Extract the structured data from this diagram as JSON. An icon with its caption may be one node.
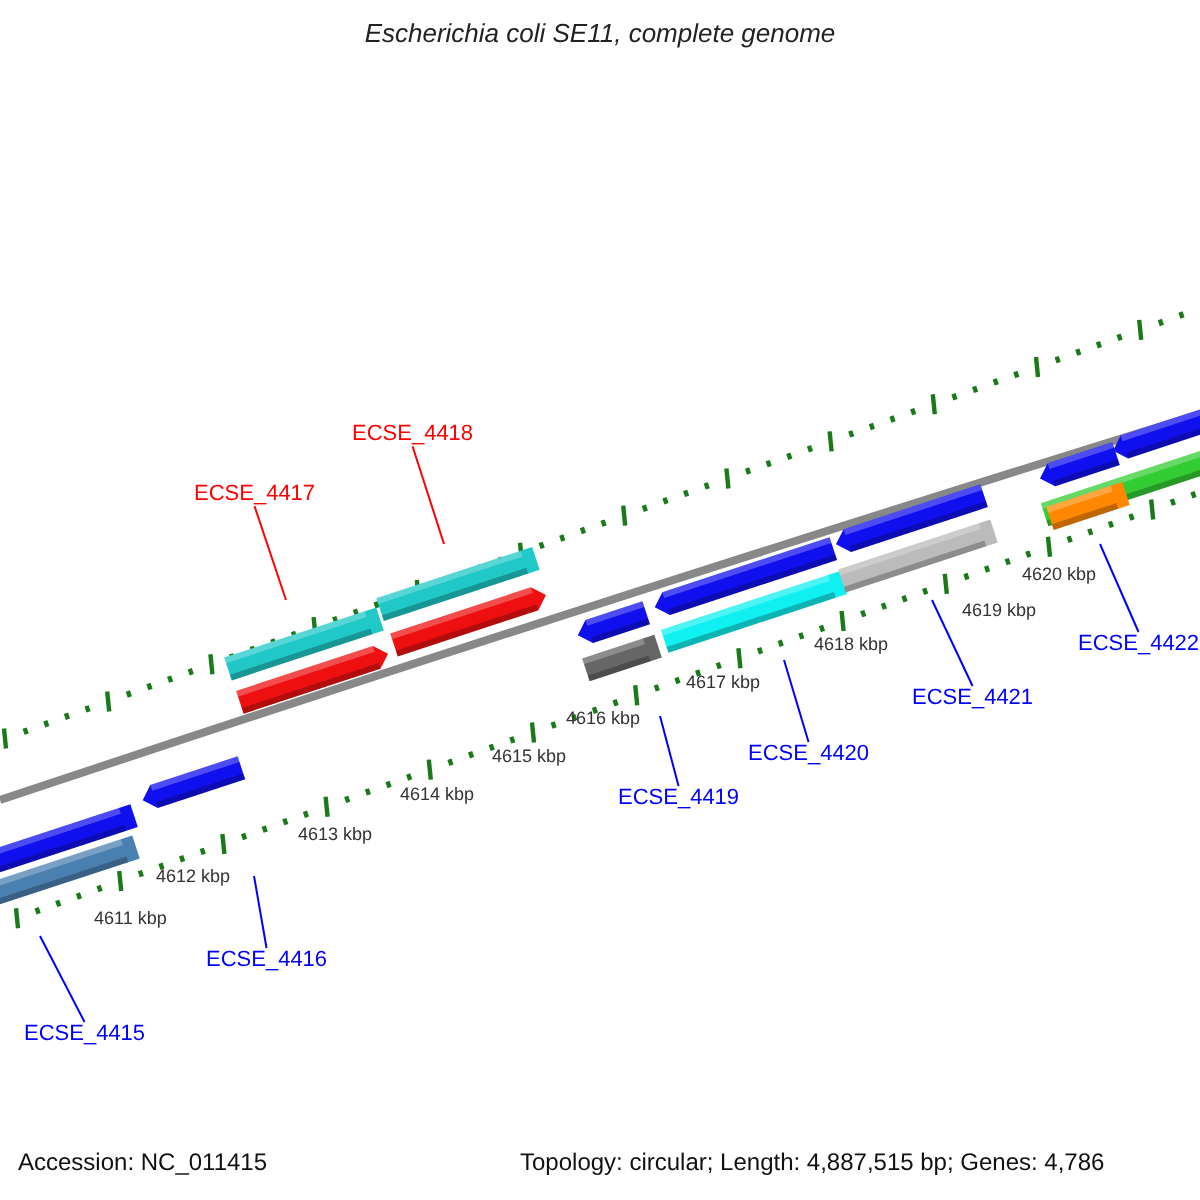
{
  "diagram": {
    "title": "Escherichia coli SE11, complete genome",
    "nodes": [
      {
        "text": [
          "ECSE_4418"
        ]
      },
      {
        "text": [
          "ECSE_4417"
        ]
      },
      {
        "text": [
          "ECSE_4422"
        ]
      },
      {
        "text": [
          "ECSE_4421"
        ]
      },
      {
        "text": [
          "ECSE_4420"
        ]
      },
      {
        "text": [
          "ECSE_4419"
        ]
      },
      {
        "text": [
          "ECSE_4416"
        ]
      },
      {
        "text": [
          "ECSE_4415"
        ]
      }
    ],
    "edges": [
      {
        "from": 0,
        "to": null,
        "arrow": "none",
        "color": "#ff0000"
      },
      {
        "from": 1,
        "to": null,
        "arrow": "none",
        "color": "#ff0000"
      },
      {
        "from": 2,
        "to": null,
        "arrow": "none"
      },
      {
        "from": 3,
        "to": null,
        "arrow": "none"
      },
      {
        "from": 4,
        "to": null,
        "arrow": "none"
      },
      {
        "from": 5,
        "to": null,
        "arrow": "none"
      },
      {
        "from": 6,
        "to": null,
        "arrow": "none"
      },
      {
        "from": 7,
        "to": null,
        "arrow": "none"
      }
    ],
    "labels": [
      "4620 kbp",
      "4619 kbp",
      "4618 kbp",
      "4617 kbp",
      "4616 kbp",
      "4615 kbp",
      "4614 kbp",
      "4613 kbp",
      "4612 kbp",
      "4611 kbp",
      "Accession: NC_011415",
      "Topology: circular; Length: 4,887,515 bp; Genes: 4,786"
    ]
  }
}
